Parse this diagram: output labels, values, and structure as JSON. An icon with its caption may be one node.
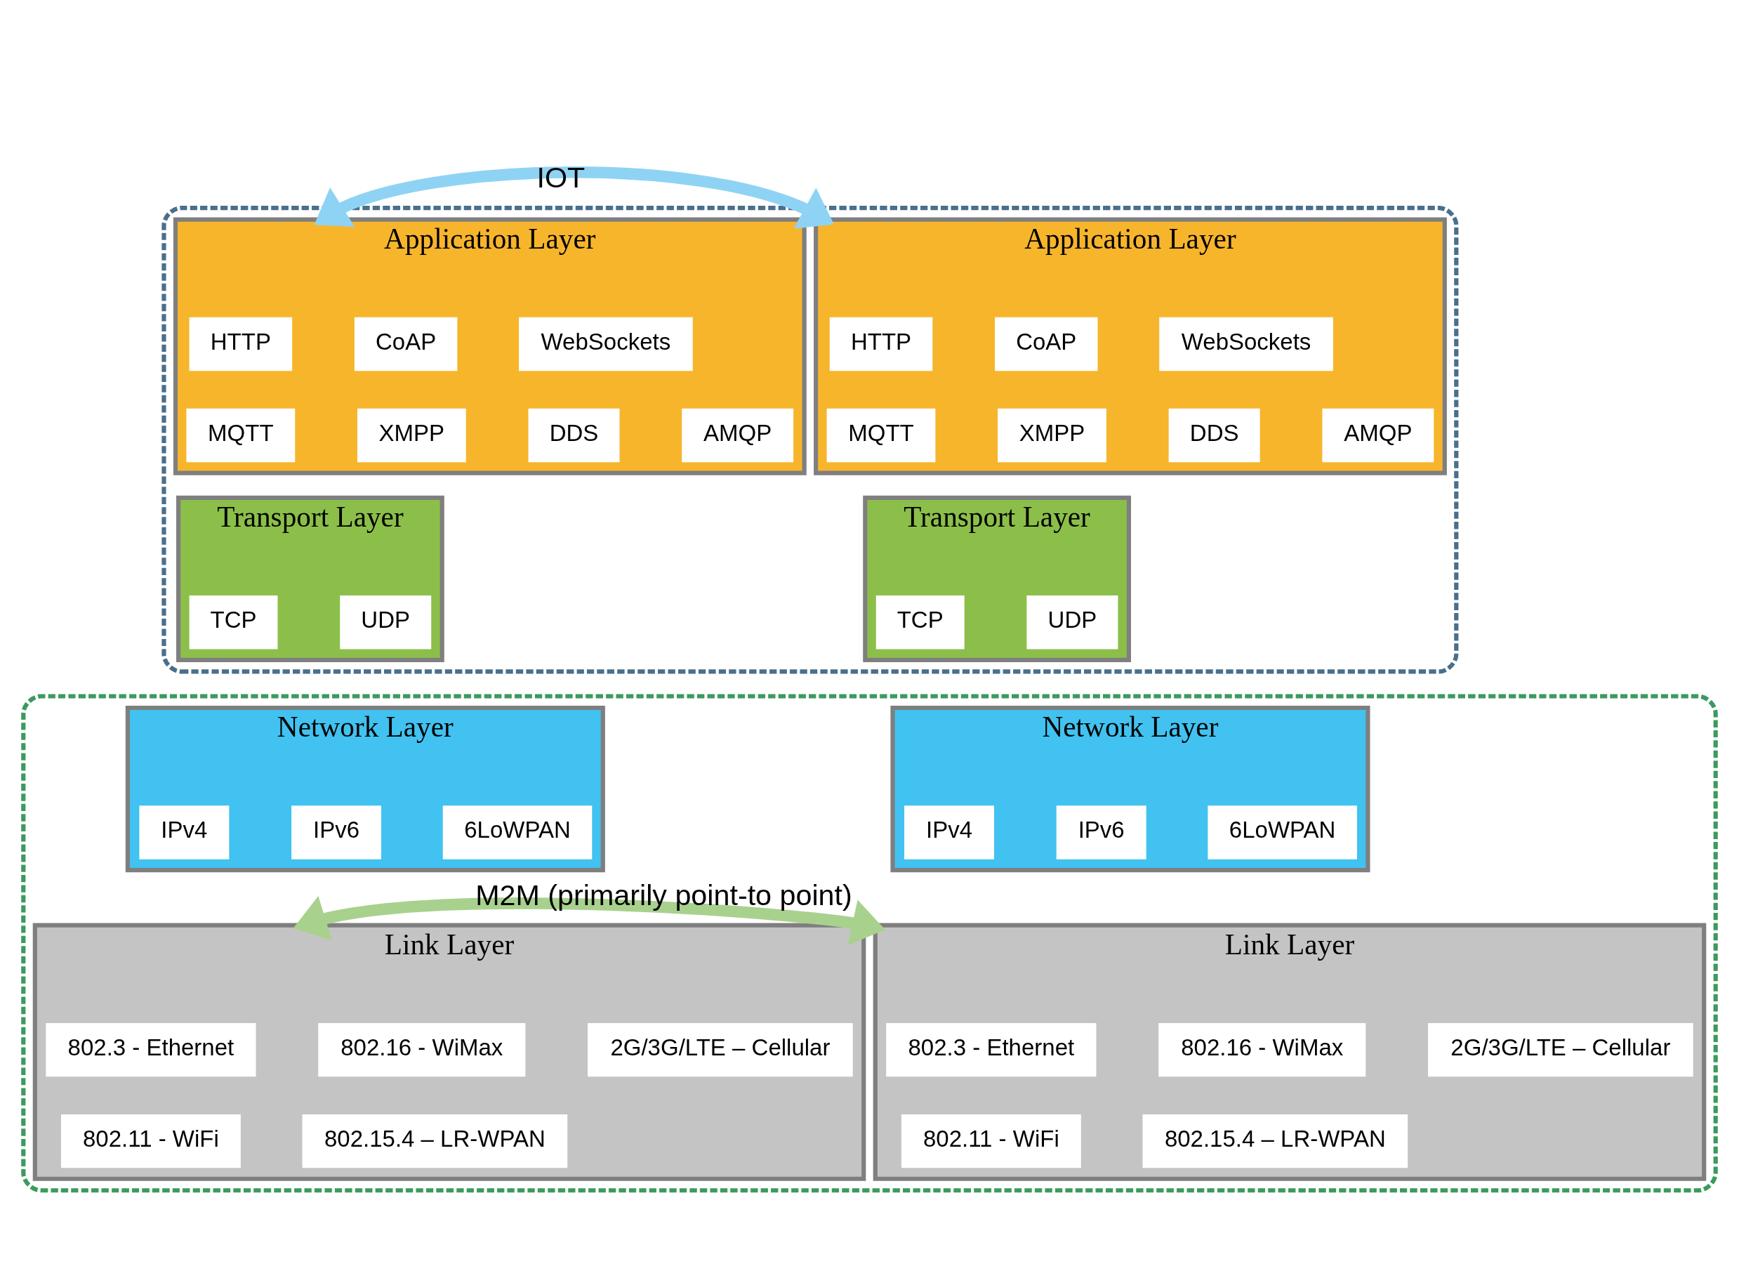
{
  "diagram": {
    "nodes": [
      {
        "text": [],
        "shape": "box"
      },
      {
        "text": [],
        "shape": "box"
      },
      {
        "text": [
          "Application Layer"
        ],
        "in": 0
      },
      {
        "text": [
          "HTTP"
        ],
        "in": 2
      },
      {
        "text": [
          "CoAP"
        ],
        "in": 2
      },
      {
        "text": [
          "WebSockets"
        ],
        "in": 2
      },
      {
        "text": [
          "MQTT"
        ],
        "in": 2
      },
      {
        "text": [
          "XMPP"
        ],
        "in": 2
      },
      {
        "text": [
          "DDS"
        ],
        "in": 2
      },
      {
        "text": [
          "AMQP"
        ],
        "in": 2
      },
      {
        "text": [
          "Transport Layer"
        ],
        "in": 0
      },
      {
        "text": [
          "TCP"
        ],
        "in": 10
      },
      {
        "text": [
          "UDP"
        ],
        "in": 10
      },
      {
        "text": [
          "Application Layer"
        ],
        "in": 0
      },
      {
        "text": [
          "HTTP"
        ],
        "in": 13
      },
      {
        "text": [
          "CoAP"
        ],
        "in": 13
      },
      {
        "text": [
          "WebSockets"
        ],
        "in": 13
      },
      {
        "text": [
          "MQTT"
        ],
        "in": 13
      },
      {
        "text": [
          "XMPP"
        ],
        "in": 13
      },
      {
        "text": [
          "DDS"
        ],
        "in": 13
      },
      {
        "text": [
          "AMQP"
        ],
        "in": 13
      },
      {
        "text": [
          "Transport Layer"
        ],
        "in": 0
      },
      {
        "text": [
          "TCP"
        ],
        "in": 21
      },
      {
        "text": [
          "UDP"
        ],
        "in": 21
      },
      {
        "text": [
          "Network Layer"
        ],
        "in": 1
      },
      {
        "text": [
          "IPv4"
        ],
        "in": 24
      },
      {
        "text": [
          "IPv6"
        ],
        "in": 24
      },
      {
        "text": [
          "6LoWPAN"
        ],
        "in": 24
      },
      {
        "text": [
          "Link Layer"
        ],
        "in": 1
      },
      {
        "text": [
          "802.3 - Ethernet"
        ],
        "in": 28
      },
      {
        "text": [
          "802.16 - WiMax"
        ],
        "in": 28
      },
      {
        "text": [
          "2G/3G/LTE – Cellular"
        ],
        "in": 28
      },
      {
        "text": [
          "802.11 - WiFi"
        ],
        "in": 28
      },
      {
        "text": [
          "802.15.4 – LR-WPAN"
        ],
        "in": 28
      },
      {
        "text": [
          "Network Layer"
        ],
        "in": 1
      },
      {
        "text": [
          "IPv4"
        ],
        "in": 34
      },
      {
        "text": [
          "IPv6"
        ],
        "in": 34
      },
      {
        "text": [
          "6LoWPAN"
        ],
        "in": 34
      },
      {
        "text": [
          "Link Layer"
        ],
        "in": 1
      },
      {
        "text": [
          "802.3 - Ethernet"
        ],
        "in": 38
      },
      {
        "text": [
          "802.16 - WiMax"
        ],
        "in": 38
      },
      {
        "text": [
          "2G/3G/LTE – Cellular"
        ],
        "in": 38
      },
      {
        "text": [
          "802.11 - WiFi"
        ],
        "in": 38
      },
      {
        "text": [
          "802.15.4 – LR-WPAN"
        ],
        "in": 38
      }
    ],
    "edges": [
      {
        "from": 2,
        "to": 13,
        "arrow": "both",
        "label": "IOT",
        "color": "#8fd3f4"
      },
      {
        "from": 28,
        "to": 38,
        "arrow": "both",
        "label": "M2M (primarily point-to point)",
        "color": "#a9d18e"
      }
    ]
  }
}
